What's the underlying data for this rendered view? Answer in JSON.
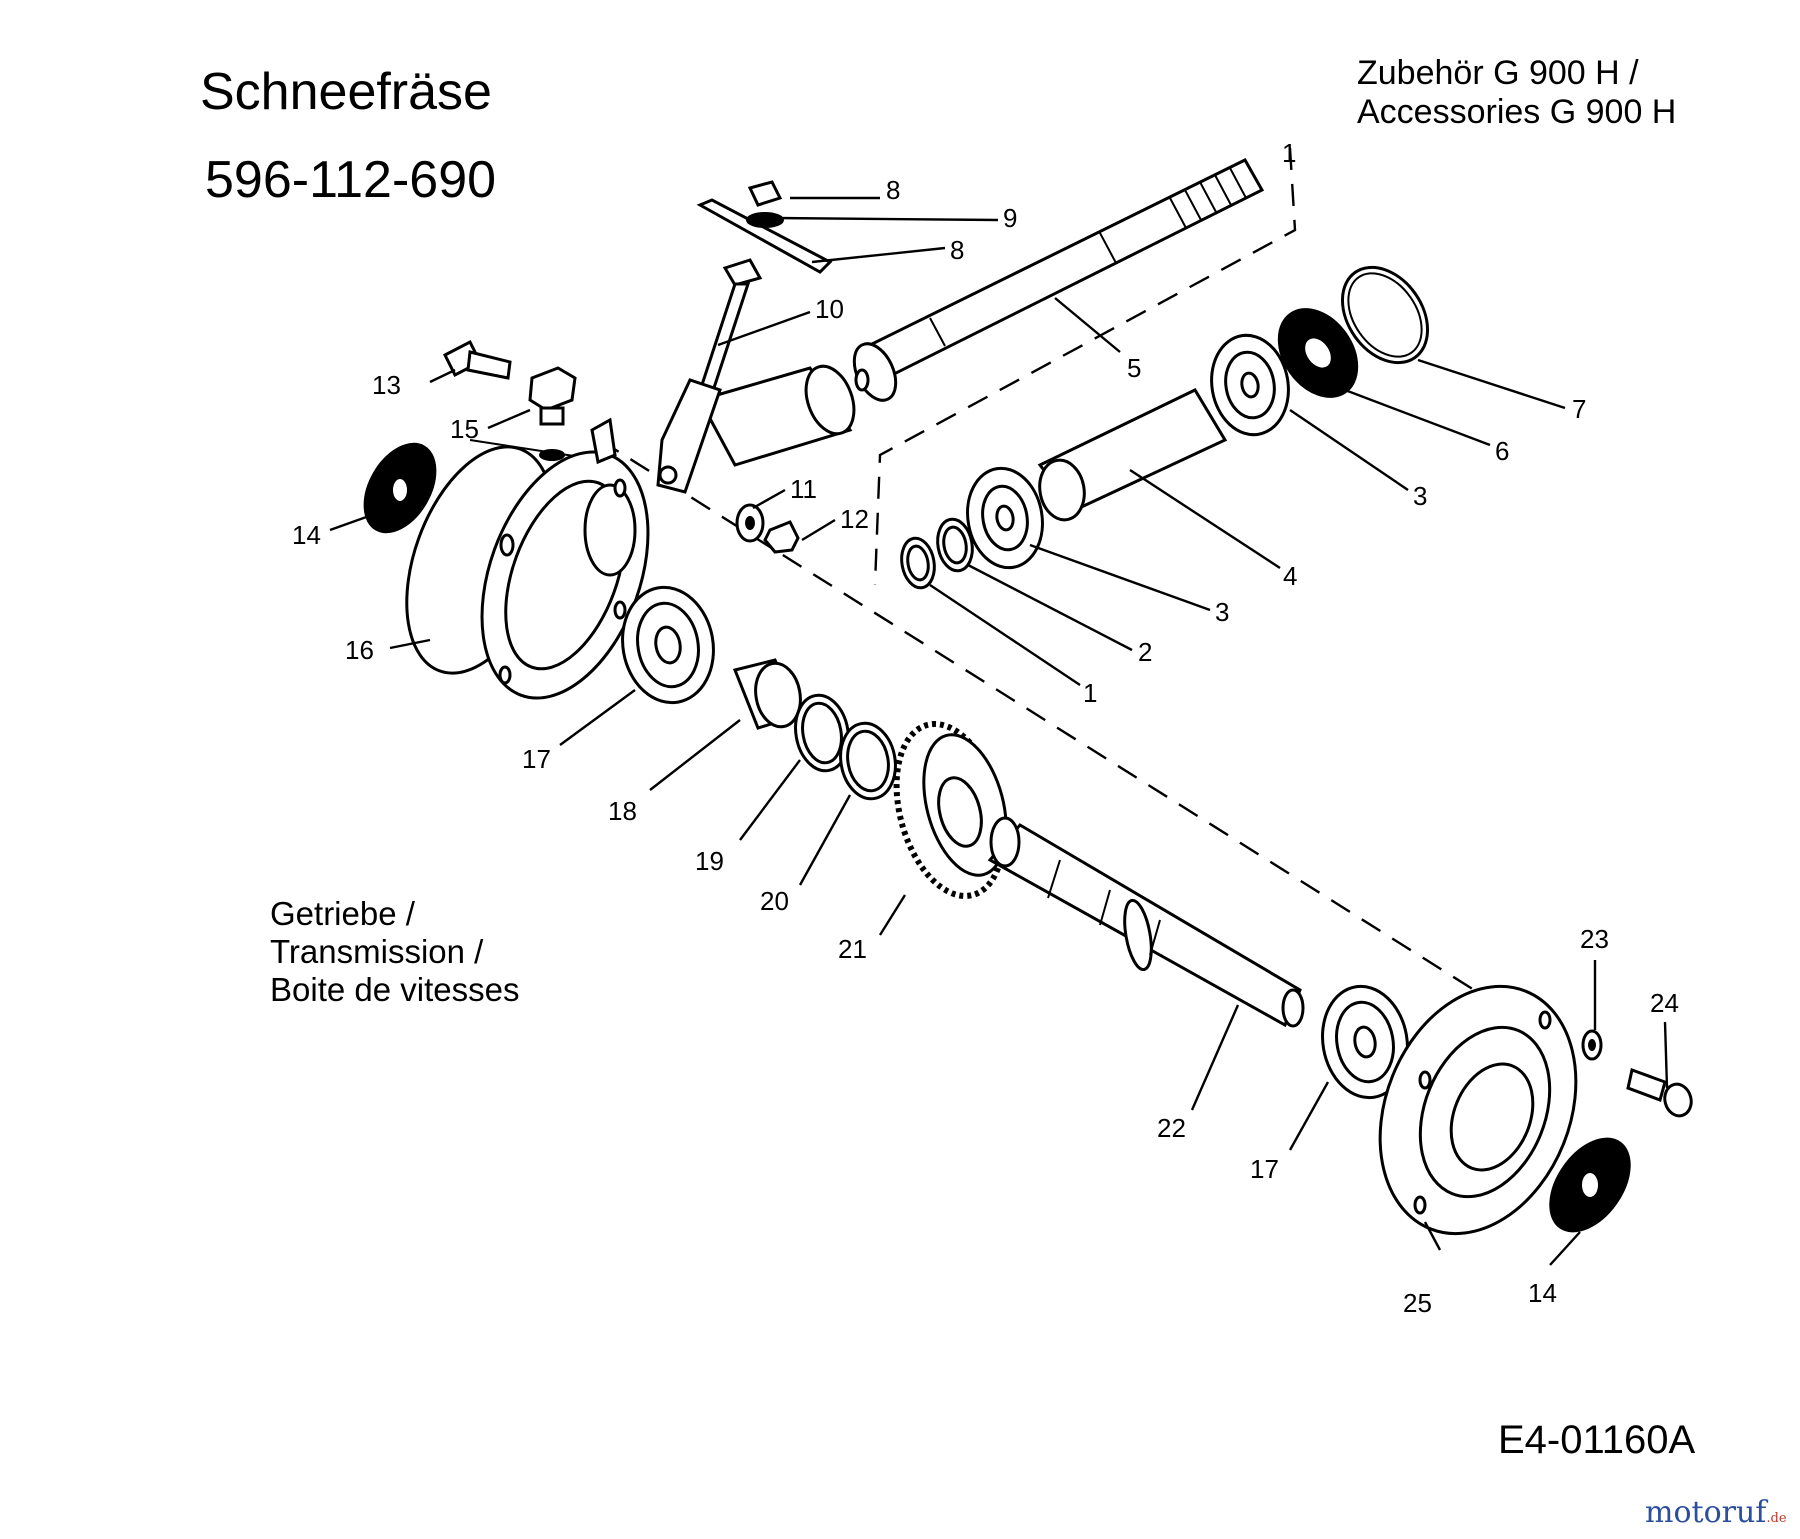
{
  "header": {
    "title": "Schneefräse",
    "part_number": "596-112-690",
    "accessories_line1": "Zubehör G 900 H /",
    "accessories_line2": "Accessories  G 900 H"
  },
  "section": {
    "line1": "Getriebe /",
    "line2": "Transmission /",
    "line3": "Boite de vitesses"
  },
  "diagram_code": "E4-01160A",
  "watermark": {
    "main": "motoruf",
    "suffix": ".de"
  },
  "callouts": {
    "c1a": "1",
    "c1b": "1",
    "c2": "2",
    "c3a": "3",
    "c3b": "3",
    "c4": "4",
    "c5": "5",
    "c6": "6",
    "c7": "7",
    "c8a": "8",
    "c8b": "8",
    "c9": "9",
    "c10": "10",
    "c11": "11",
    "c12": "12",
    "c13": "13",
    "c14a": "14",
    "c14b": "14",
    "c15": "15",
    "c16": "16",
    "c17a": "17",
    "c17b": "17",
    "c18": "18",
    "c19": "19",
    "c20": "20",
    "c21": "21",
    "c22": "22",
    "c23": "23",
    "c24": "24",
    "c25": "25"
  }
}
